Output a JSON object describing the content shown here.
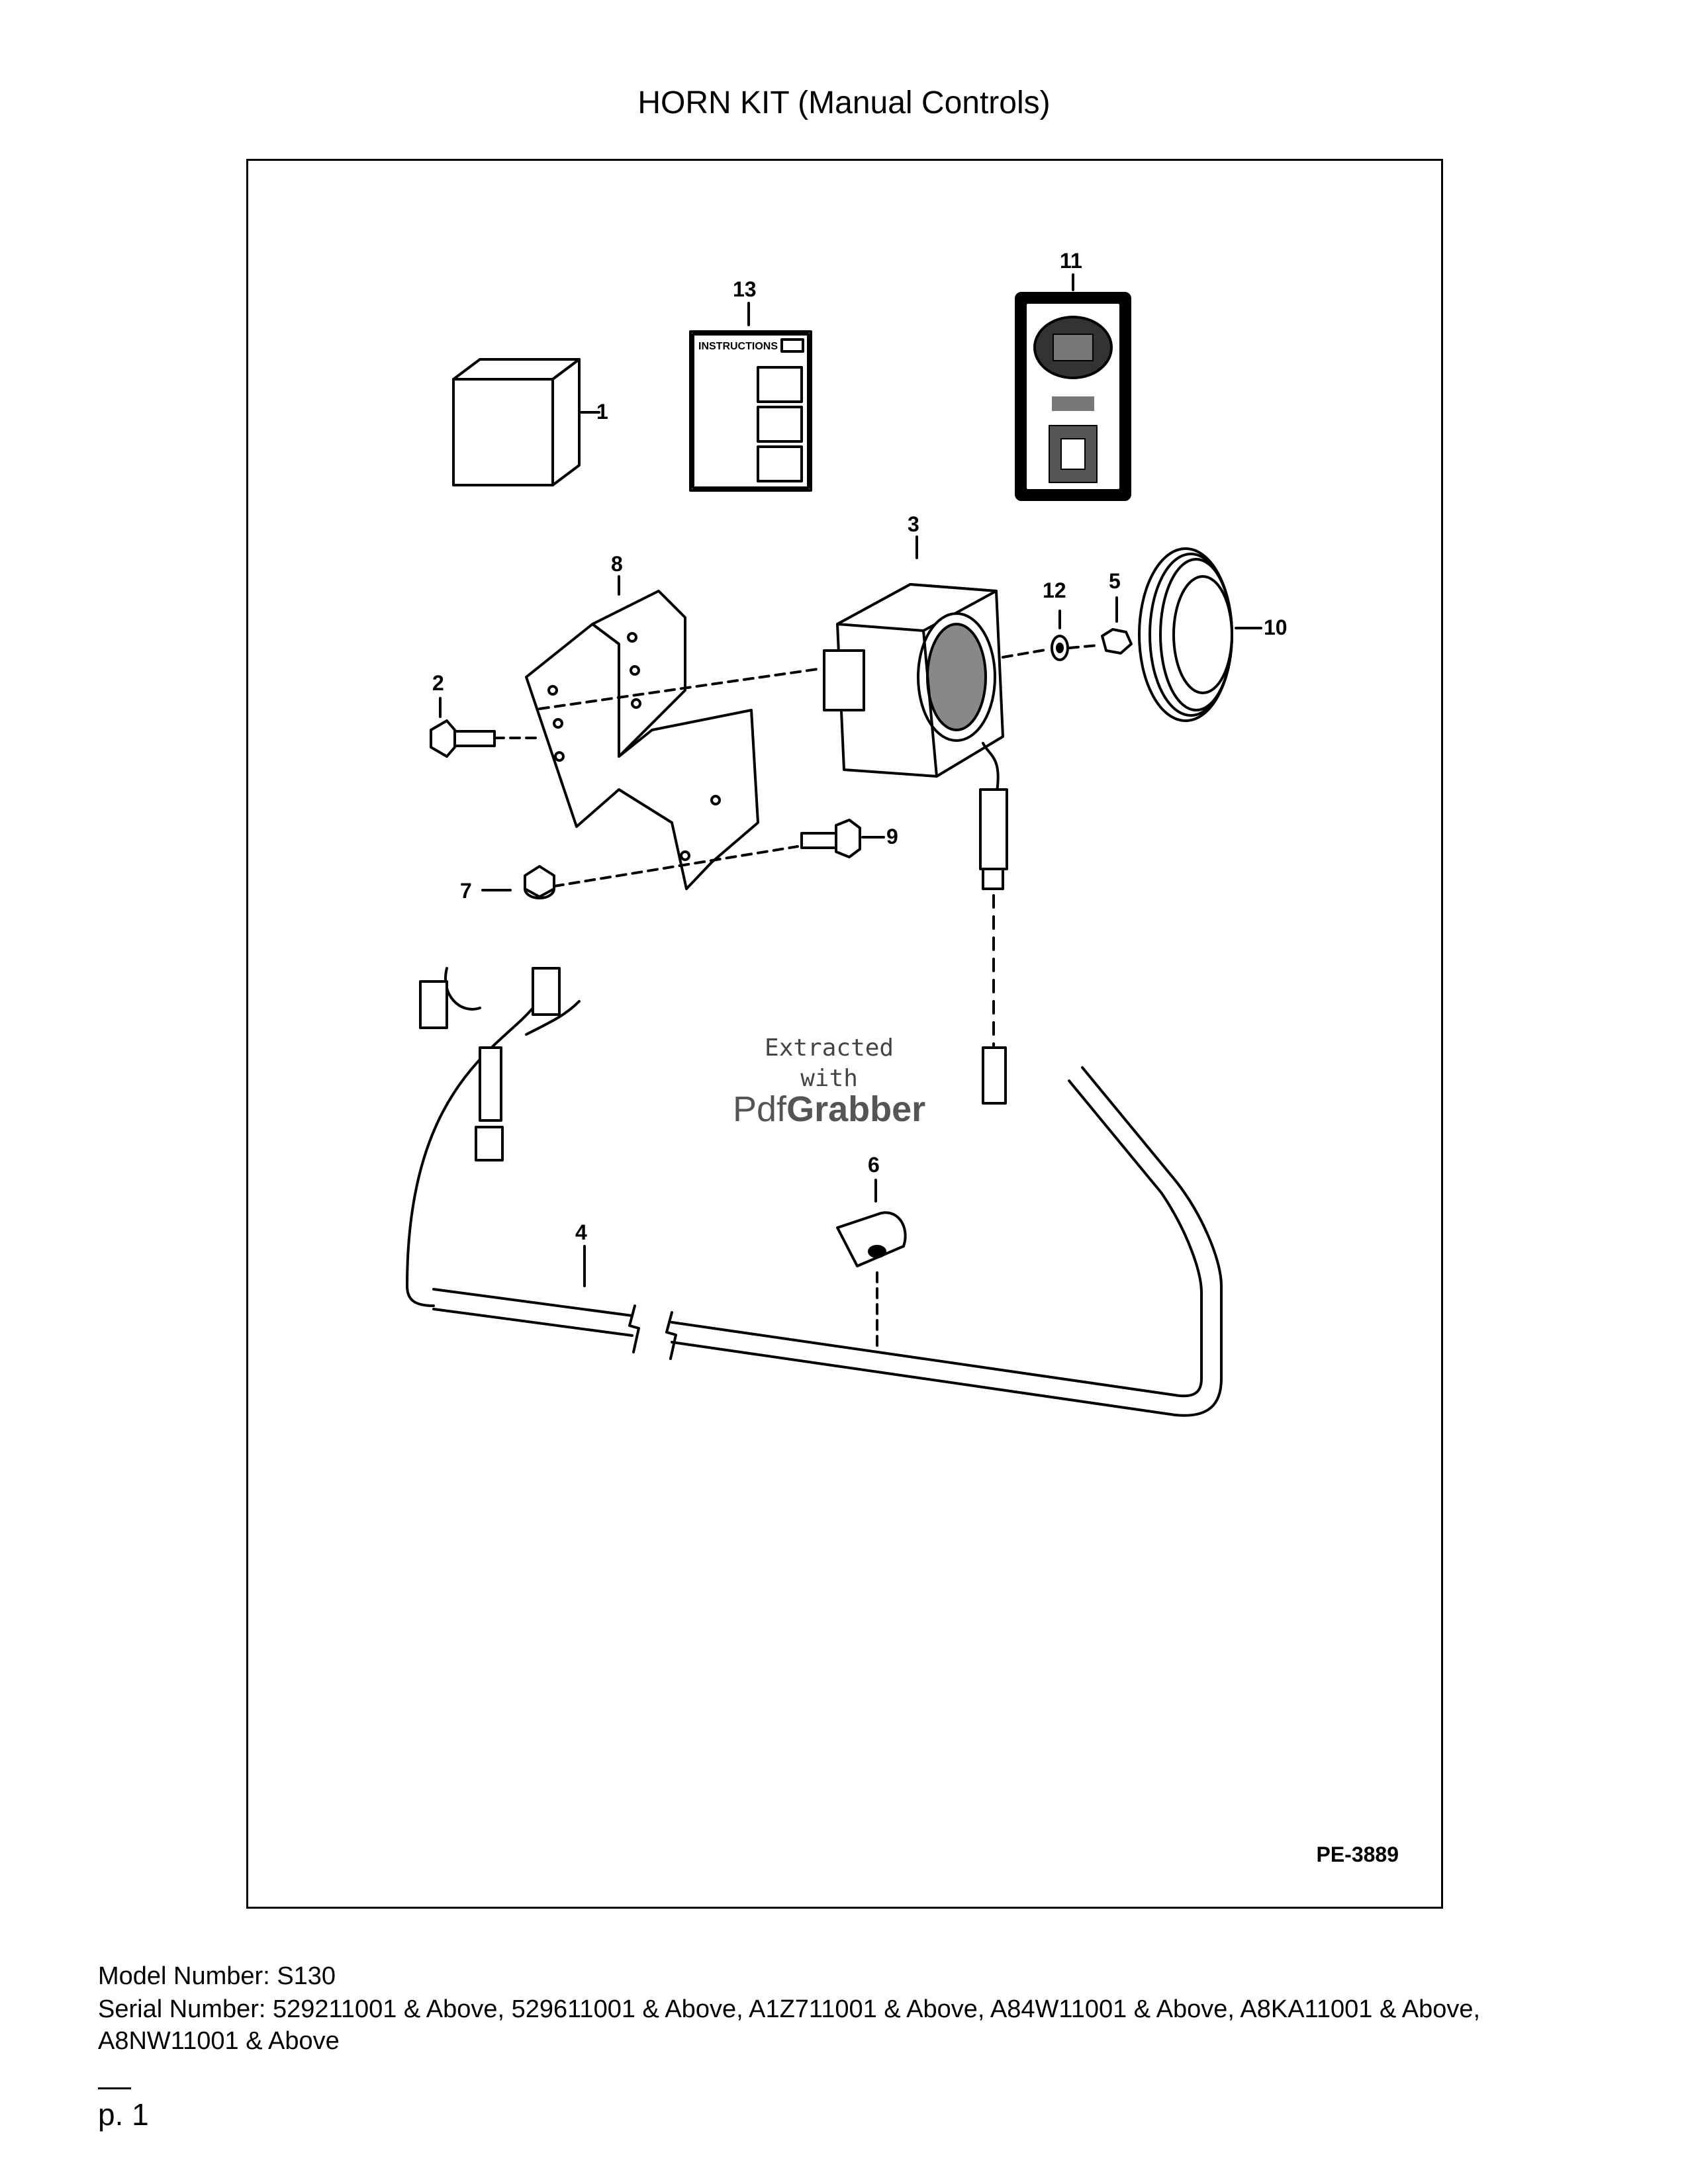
{
  "page_title": "HORN KIT (Manual Controls)",
  "drawing_code": "PE-3889",
  "watermark": {
    "line1": "Extracted",
    "line2": "with",
    "brand_a": "Pdf",
    "brand_b": "Grabber"
  },
  "instructions_sheet_label": "INSTRUCTIONS",
  "callouts": {
    "c1": "1",
    "c2": "2",
    "c3": "3",
    "c4": "4",
    "c5": "5",
    "c6": "6",
    "c7": "7",
    "c8": "8",
    "c9": "9",
    "c10": "10",
    "c11": "11",
    "c12": "12",
    "c13": "13"
  },
  "model_number": "Model Number: S130",
  "serial_number": "Serial Number: 529211001 & Above, 529611001 & Above, A1Z711001 & Above, A84W11001 & Above, A8KA11001 & Above, A8NW11001 & Above",
  "page_marker": "p. 1"
}
